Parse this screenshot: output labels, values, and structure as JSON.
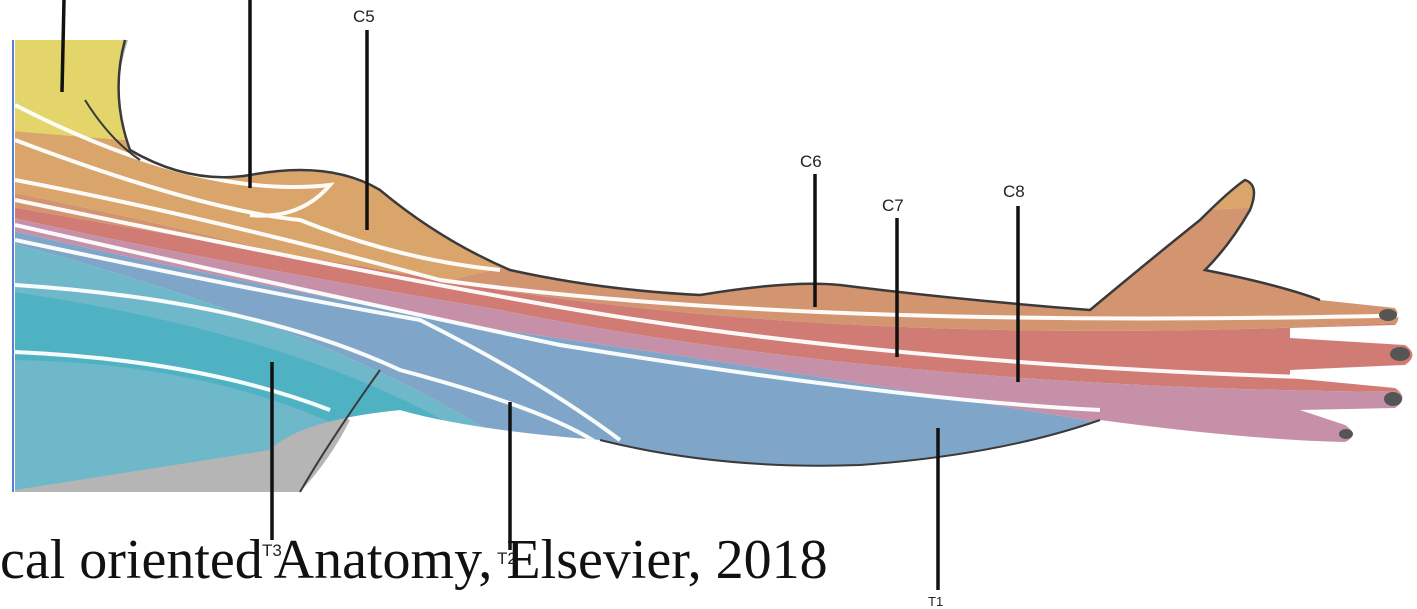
{
  "labels": {
    "c5": "C5",
    "c6": "C6",
    "c7": "C7",
    "c8": "C8",
    "t1": "T1",
    "t2": "T2",
    "t3": "T3"
  },
  "caption": "cal oriented Anatomy, Elsevier, 2018",
  "colors": {
    "c3_c4": "#e3d56a",
    "c5": "#d9a56a",
    "c6": "#d39470",
    "c7": "#d07c74",
    "c8": "#c690a8",
    "t1": "#7fa5c8",
    "t2": "#6eb8c9",
    "t3": "#4fb2c3",
    "trunk_gray": "#b5b5b5"
  }
}
